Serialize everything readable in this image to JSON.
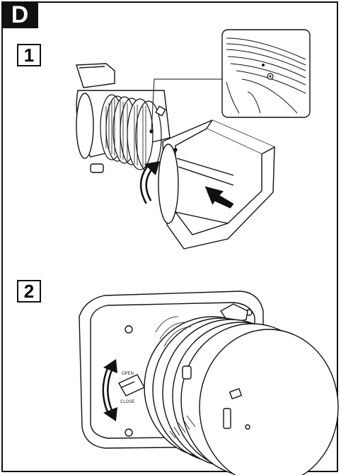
{
  "section": {
    "label": "D"
  },
  "steps": [
    {
      "number": "1"
    },
    {
      "number": "2"
    }
  ],
  "lever": {
    "open_label": "OPEN",
    "close_label": "CLOSE"
  },
  "colors": {
    "line": "#111111",
    "background": "#ffffff",
    "tab": "#111111"
  }
}
